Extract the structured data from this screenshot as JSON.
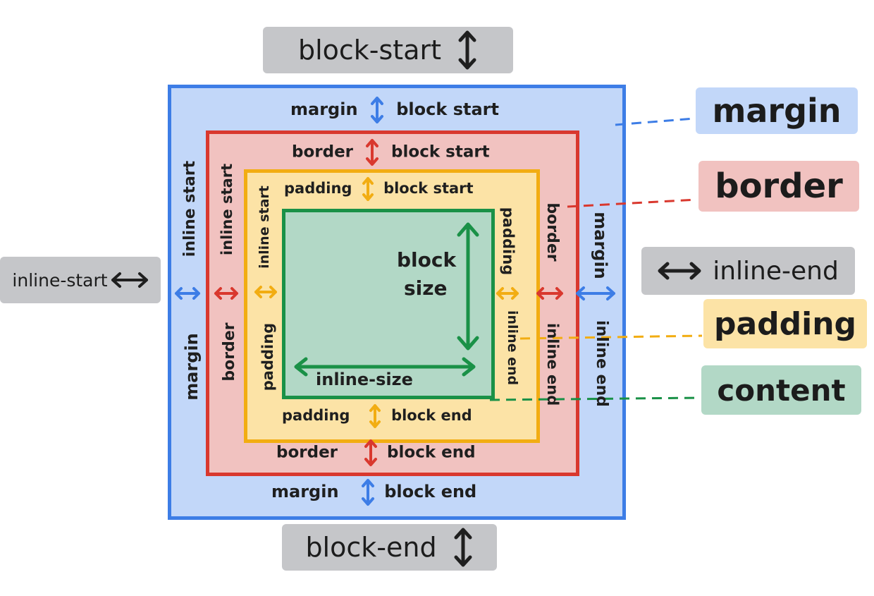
{
  "chips": {
    "block_start": "block-start",
    "block_end": "block-end",
    "inline_start": "inline-start",
    "inline_end": "inline-end"
  },
  "legend": {
    "margin": "margin",
    "border": "border",
    "padding": "padding",
    "content": "content"
  },
  "labels": {
    "margin": "margin",
    "border": "border",
    "padding": "padding",
    "block_start": "block start",
    "block_end": "block end",
    "inline_start": "inline start",
    "inline_end": "inline end",
    "block": "block",
    "size": "size",
    "inline_size": "inline-size"
  },
  "colors": {
    "margin_fill": "#c2d7f9",
    "margin_stroke": "#3d7de6",
    "border_fill": "#f1c2c0",
    "border_stroke": "#d9382e",
    "padding_fill": "#fce3a6",
    "padding_stroke": "#f2ad12",
    "content_fill": "#b2d8c6",
    "content_stroke": "#1a9147",
    "chip_fill": "#c5c6c9",
    "ink": "#1f1f1f"
  }
}
